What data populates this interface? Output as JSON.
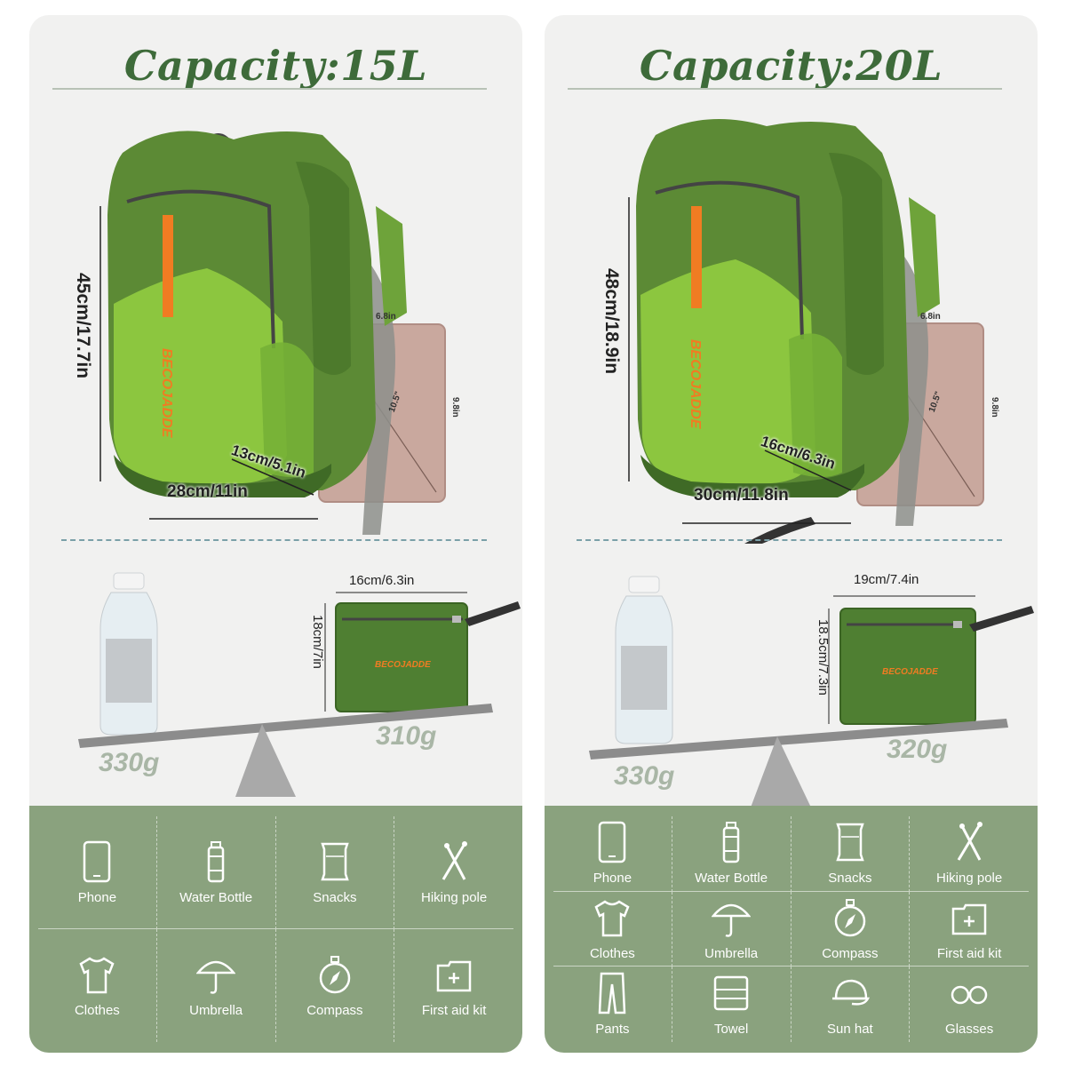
{
  "panels": [
    {
      "title": "Capacity:15L",
      "height": "45cm/17.7in",
      "depth": "13cm/5.1in",
      "width": "28cm/11in",
      "tablet": {
        "width": "6.8in",
        "diag": "10.5\"",
        "height": "9.8in"
      },
      "brand": "BECOJADDE",
      "pouch": {
        "brand": "BECOJADDE",
        "width": "16cm/6.3in",
        "height": "18cm/7in"
      },
      "weight_left": "330g",
      "weight_right": "310g",
      "items": [
        {
          "label": "Phone",
          "icon": "phone-icon"
        },
        {
          "label": "Water Bottle",
          "icon": "water-bottle-icon"
        },
        {
          "label": "Snacks",
          "icon": "snacks-icon"
        },
        {
          "label": "Hiking pole",
          "icon": "hiking-pole-icon"
        },
        {
          "label": "Clothes",
          "icon": "clothes-icon"
        },
        {
          "label": "Umbrella",
          "icon": "umbrella-icon"
        },
        {
          "label": "Compass",
          "icon": "compass-icon"
        },
        {
          "label": "First aid kit",
          "icon": "first-aid-kit-icon"
        }
      ]
    },
    {
      "title": "Capacity:20L",
      "height": "48cm/18.9in",
      "depth": "16cm/6.3in",
      "width": "30cm/11.8in",
      "tablet": {
        "width": "6.8in",
        "diag": "10.5\"",
        "height": "9.8in"
      },
      "brand": "BECOJADDE",
      "pouch": {
        "brand": "BECOJADDE",
        "width": "19cm/7.4in",
        "height": "18.5cm/7.3in"
      },
      "weight_left": "330g",
      "weight_right": "320g",
      "items": [
        {
          "label": "Phone",
          "icon": "phone-icon"
        },
        {
          "label": "Water Bottle",
          "icon": "water-bottle-icon"
        },
        {
          "label": "Snacks",
          "icon": "snacks-icon"
        },
        {
          "label": "Hiking pole",
          "icon": "hiking-pole-icon"
        },
        {
          "label": "Clothes",
          "icon": "clothes-icon"
        },
        {
          "label": "Umbrella",
          "icon": "umbrella-icon"
        },
        {
          "label": "Compass",
          "icon": "compass-icon"
        },
        {
          "label": "First aid kit",
          "icon": "first-aid-kit-icon"
        },
        {
          "label": "Pants",
          "icon": "pants-icon"
        },
        {
          "label": "Towel",
          "icon": "towel-icon"
        },
        {
          "label": "Sun hat",
          "icon": "sun-hat-icon"
        },
        {
          "label": "Glasses",
          "icon": "glasses-icon"
        }
      ]
    }
  ],
  "colors": {
    "title_green": "#3e6b3a",
    "pack_dark": "#4f7f32",
    "pack_light": "#8cc63f",
    "accent_orange": "#f07c22",
    "items_bg": "#8aa27e",
    "weight_text": "#a9b6a6"
  }
}
